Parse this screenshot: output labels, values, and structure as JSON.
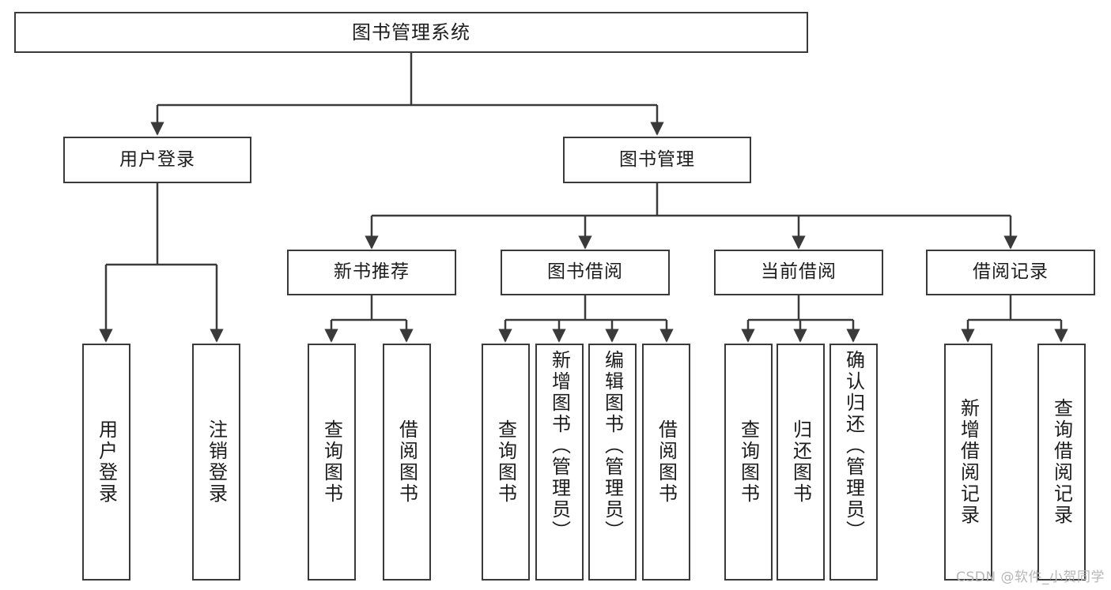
{
  "diagram": {
    "title": "图书管理系统",
    "watermark": "CSDN @软件_小贺同学",
    "type": "tree",
    "orientation": "top-down",
    "colors": {
      "box_border": "#3a3a3a",
      "box_fill": "#ffffff",
      "edge": "#3a3a3a",
      "text": "#1c1c1c",
      "watermark": "#b6b6b6",
      "background": "#ffffff"
    },
    "nodes": {
      "root": {
        "label": "图书管理系统"
      },
      "level2": [
        {
          "label": "用户登录"
        },
        {
          "label": "图书管理"
        }
      ],
      "level3": [
        {
          "label": "新书推荐"
        },
        {
          "label": "图书借阅"
        },
        {
          "label": "当前借阅"
        },
        {
          "label": "借阅记录"
        }
      ],
      "leaves": {
        "user_login": [
          {
            "label": "用户登录"
          },
          {
            "label": "注销登录"
          }
        ],
        "new_book_recommend": [
          {
            "label": "查询图书"
          },
          {
            "label": "借阅图书"
          }
        ],
        "book_borrow": [
          {
            "label": "查询图书"
          },
          {
            "label": "新增图书（管理员）"
          },
          {
            "label": "编辑图书（管理员）"
          },
          {
            "label": "借阅图书"
          }
        ],
        "current_borrow": [
          {
            "label": "查询图书"
          },
          {
            "label": "归还图书"
          },
          {
            "label": "确认归还（管理员）"
          }
        ],
        "borrow_record": [
          {
            "label": "新增借阅记录"
          },
          {
            "label": "查询借阅记录"
          }
        ]
      }
    }
  }
}
